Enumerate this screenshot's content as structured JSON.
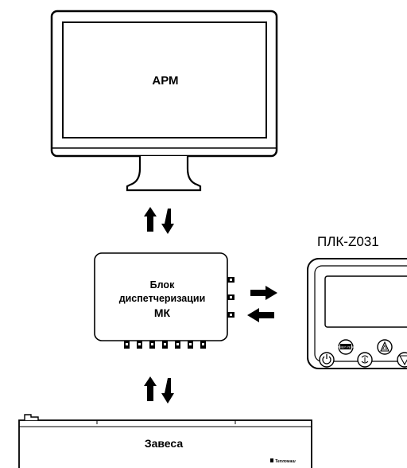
{
  "monitor": {
    "label": "АРМ"
  },
  "controller": {
    "line1": "Блок",
    "line2": "диспетчеризации",
    "line3": "МК"
  },
  "plk": {
    "title": "ПЛК-Z031",
    "button_label": "ТАЙМЕР РЕЖИМ"
  },
  "curtain": {
    "label": "Завеса",
    "brand": "Тепломаш"
  }
}
